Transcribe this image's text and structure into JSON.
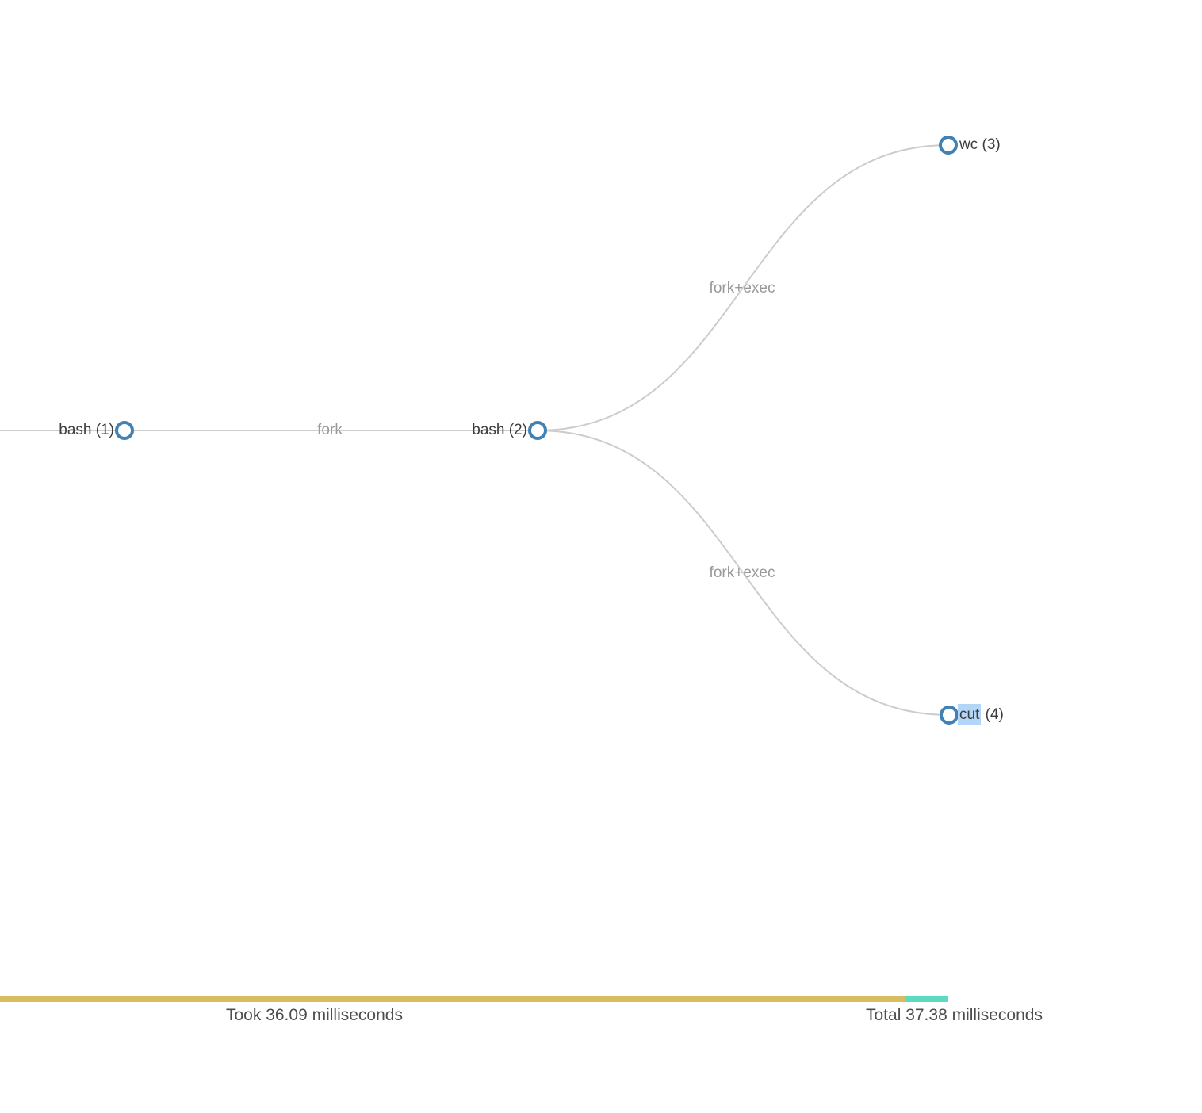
{
  "tree": {
    "nodes": [
      {
        "id": "bash-1",
        "label": "bash (1)"
      },
      {
        "id": "bash-2",
        "label": "bash (2)"
      },
      {
        "id": "wc-3",
        "label": "wc (3)"
      },
      {
        "id": "cut-4",
        "label_selected": "cut",
        "label_rest": " (4)"
      }
    ],
    "edges": [
      {
        "from": "bash-1",
        "to": "bash-2",
        "label": "fork"
      },
      {
        "from": "bash-2",
        "to": "wc-3",
        "label": "fork+exec"
      },
      {
        "from": "bash-2",
        "to": "cut-4",
        "label": "fork+exec"
      }
    ]
  },
  "footer": {
    "took_label": "Took 36.09 milliseconds",
    "total_label": "Total 37.38 milliseconds",
    "took_ms": "36.09",
    "total_ms": "37.38"
  },
  "colors": {
    "node_stroke": "#4181b4",
    "edge": "#cccccc",
    "edge_label": "#999999",
    "node_label": "#3c3c3c",
    "bar_took": "#d9bc5f",
    "bar_remainder": "#5ddbc0",
    "selection_highlight": "#b3d6f8",
    "footer_text": "#4d4d4d"
  }
}
